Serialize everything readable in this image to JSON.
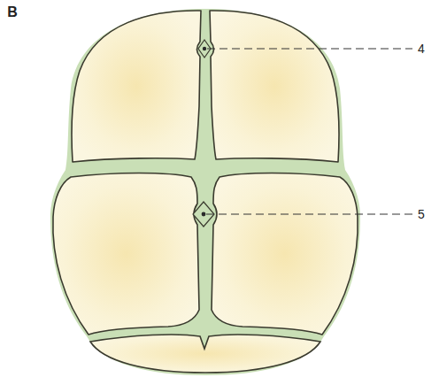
{
  "diagram": {
    "labels": [
      "B",
      "4",
      "5"
    ]
  }
}
